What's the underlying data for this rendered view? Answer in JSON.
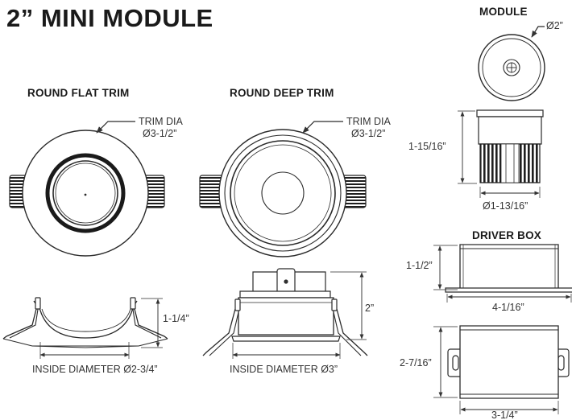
{
  "title": "2” MINI MODULE",
  "headers": {
    "round_flat_trim": "ROUND FLAT TRIM",
    "round_deep_trim": "ROUND DEEP TRIM",
    "module": "MODULE",
    "driver_box": "DRIVER BOX"
  },
  "flat_trim": {
    "trim_label": "TRIM DIA",
    "trim_value": "Ø3-1/2”",
    "height": "1-1/4”",
    "inside_diameter": "INSIDE DIAMETER Ø2-3/4”"
  },
  "deep_trim": {
    "trim_label": "TRIM DIA",
    "trim_value": "Ø3-1/2”",
    "height": "2”",
    "inside_diameter": "INSIDE DIAMETER Ø3”"
  },
  "module": {
    "diameter": "Ø2”",
    "height": "1-15/16”",
    "width": "Ø1-13/16”"
  },
  "driver_box": {
    "height": "1-1/2”",
    "length": "4-1/16”",
    "depth": "2-7/16”",
    "width": "3-1/4”"
  },
  "colors": {
    "line": "#2a2a2a",
    "ink": "#1a1a1a"
  }
}
